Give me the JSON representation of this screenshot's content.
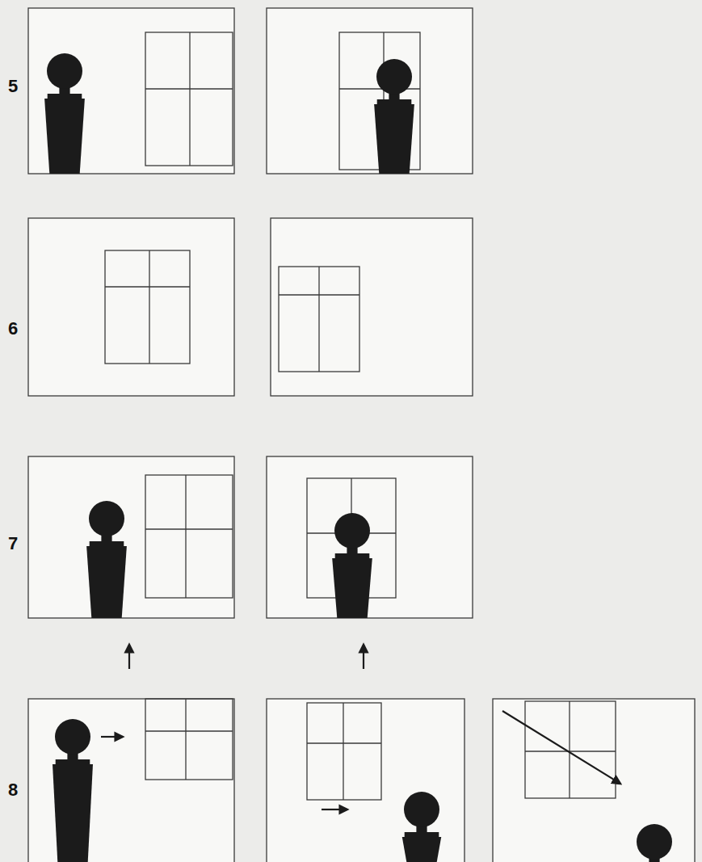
{
  "diagram": {
    "labels": [
      "5",
      "6",
      "7",
      "8"
    ]
  }
}
